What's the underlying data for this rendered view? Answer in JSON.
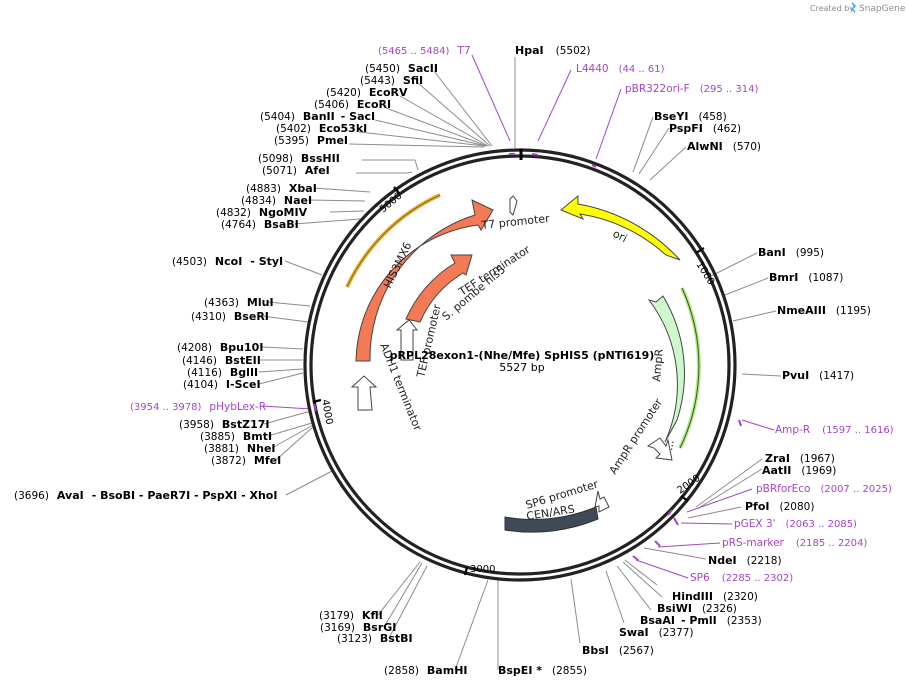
{
  "brand": {
    "created_by": "Created by",
    "app": "SnapGene"
  },
  "plasmid": {
    "name": "pRPL28exon1-(Nhe/Mfe) SpHIS5 (pNTI619)",
    "length": "5527 bp"
  },
  "ticks": [
    "1000",
    "2000",
    "3000",
    "4000",
    "5000"
  ],
  "features": {
    "his3mx6": "HIS3MX6",
    "ori": "ori",
    "ampr": "AmpR",
    "cen_ars": "CEN/ARS",
    "t7_promoter": "T7 promoter",
    "tef_terminator": "TEF terminator",
    "s_pombe_his5": "S. pombe his5",
    "tef_promoter": "TEF promoter",
    "adh1_terminator": "ADH1 terminator",
    "ampr_promoter": "AmpR promoter",
    "sp6_promoter": "SP6 promoter",
    "dots": "..."
  },
  "primers": [
    {
      "pos": "(5465 .. 5484)",
      "name": "T7"
    },
    {
      "pos": "(44 .. 61)",
      "name": "L4440"
    },
    {
      "pos": "(295 .. 314)",
      "name": "pBR322ori-F"
    },
    {
      "pos": "(1597 .. 1616)",
      "name": "Amp-R"
    },
    {
      "pos": "(2007 .. 2025)",
      "name": "pBRforEco"
    },
    {
      "pos": "(2063 .. 2085)",
      "name": "pGEX 3'"
    },
    {
      "pos": "(2185 .. 2204)",
      "name": "pRS-marker"
    },
    {
      "pos": "(2285 .. 2302)",
      "name": "SP6"
    },
    {
      "pos": "(3954 .. 3978)",
      "name": "pHybLex-R"
    }
  ],
  "sites": {
    "HpaI": {
      "name": "HpaI",
      "pos": "(5502)"
    },
    "SacII": {
      "name": "SacII",
      "pos": "(5450)"
    },
    "SfiI": {
      "name": "SfiI",
      "pos": "(5443)"
    },
    "EcoRV": {
      "name": "EcoRV",
      "pos": "(5420)"
    },
    "EcoRI": {
      "name": "EcoRI",
      "pos": "(5406)"
    },
    "BanII": {
      "name": "BanII",
      "extra": "- SacI",
      "pos": "(5404)"
    },
    "Eco53kI": {
      "name": "Eco53kI",
      "pos": "(5402)"
    },
    "PmeI": {
      "name": "PmeI",
      "pos": "(5395)"
    },
    "BssHII": {
      "name": "BssHII",
      "pos": "(5098)"
    },
    "AfeI": {
      "name": "AfeI",
      "pos": "(5071)"
    },
    "XbaI": {
      "name": "XbaI",
      "pos": "(4883)"
    },
    "NaeI": {
      "name": "NaeI",
      "pos": "(4834)"
    },
    "NgoMIV": {
      "name": "NgoMIV",
      "pos": "(4832)"
    },
    "BsaBI": {
      "name": "BsaBI",
      "pos": "(4764)"
    },
    "NcoI": {
      "name": "NcoI",
      "extra": "- StyI",
      "pos": "(4503)"
    },
    "MluI": {
      "name": "MluI",
      "pos": "(4363)"
    },
    "BseRI": {
      "name": "BseRI",
      "pos": "(4310)"
    },
    "Bpu10I": {
      "name": "Bpu10I",
      "pos": "(4208)"
    },
    "BstEII": {
      "name": "BstEII",
      "pos": "(4146)"
    },
    "BglII": {
      "name": "BglII",
      "pos": "(4116)"
    },
    "ISceI": {
      "name": "I-SceI",
      "pos": "(4104)"
    },
    "BstZ17I": {
      "name": "BstZ17I",
      "pos": "(3958)"
    },
    "BmtI": {
      "name": "BmtI",
      "pos": "(3885)"
    },
    "NheI": {
      "name": "NheI",
      "pos": "(3881)"
    },
    "MfeI": {
      "name": "MfeI",
      "pos": "(3872)"
    },
    "AvaI": {
      "name": "AvaI",
      "extra": "- BsoBI - PaeR7I - PspXI - XhoI",
      "pos": "(3696)"
    },
    "KflI": {
      "name": "KflI",
      "pos": "(3179)"
    },
    "BsrGI": {
      "name": "BsrGI",
      "pos": "(3169)"
    },
    "BstBI": {
      "name": "BstBI",
      "pos": "(3123)"
    },
    "BamHI": {
      "name": "BamHI",
      "pos": "(2858)"
    },
    "BspEI": {
      "name": "BspEI *",
      "pos": "(2855)"
    },
    "BbsI": {
      "name": "BbsI",
      "pos": "(2567)"
    },
    "SwaI": {
      "name": "SwaI",
      "pos": "(2377)"
    },
    "BsaAI": {
      "name": "BsaAI",
      "extra": "- PmlI",
      "pos": "(2353)"
    },
    "BsiWI": {
      "name": "BsiWI",
      "pos": "(2326)"
    },
    "HindIII": {
      "name": "HindIII",
      "pos": "(2320)"
    },
    "NdeI": {
      "name": "NdeI",
      "pos": "(2218)"
    },
    "PfoI": {
      "name": "PfoI",
      "pos": "(2080)"
    },
    "AatII": {
      "name": "AatII",
      "pos": "(1969)"
    },
    "ZraI": {
      "name": "ZraI",
      "pos": "(1967)"
    },
    "PvuI": {
      "name": "PvuI",
      "pos": "(1417)"
    },
    "NmeAIII": {
      "name": "NmeAIII",
      "pos": "(1195)"
    },
    "BmrI": {
      "name": "BmrI",
      "pos": "(1087)"
    },
    "BanI": {
      "name": "BanI",
      "pos": "(995)"
    },
    "AlwNI": {
      "name": "AlwNI",
      "pos": "(570)"
    },
    "PspFI": {
      "name": "PspFI",
      "pos": "(462)"
    },
    "BseYI": {
      "name": "BseYI",
      "pos": "(458)"
    }
  },
  "colors": {
    "his3mx6": "#f47a55",
    "ori": "#ffff00",
    "ampr": "#ccf8cc",
    "cen": "#3f4a55",
    "primer": "#a445c9",
    "brand": "#3fa9f5"
  }
}
